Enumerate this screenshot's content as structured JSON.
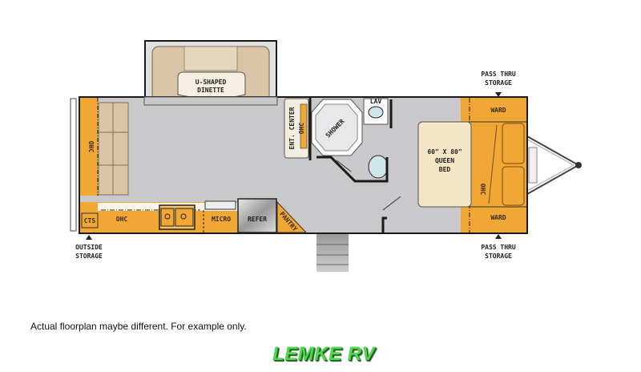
{
  "floorplan": {
    "labels": {
      "dinette": [
        "U-SHAPED",
        "DINETTE"
      ],
      "ohc_front": "OHC",
      "ohc_kitchen": "OHC",
      "cts": "CTS",
      "micro": "MICRO",
      "refer": "REFER",
      "pantry": "PANTRY",
      "ent_center": "ENT. CENTER",
      "ohc_ent": "OHC",
      "shower": "SHOWER",
      "lav": "LAV",
      "bed": [
        "60\" X 80\"",
        "QUEEN",
        "BED"
      ],
      "ohc_bed": "OHC",
      "ward_top": "WARD",
      "ward_bottom": "WARD",
      "pass_thru_top": [
        "PASS THRU",
        "STORAGE"
      ],
      "pass_thru_bottom": [
        "PASS THRU",
        "STORAGE"
      ],
      "outside_storage": [
        "OUTSIDE",
        "STORAGE"
      ]
    },
    "colors": {
      "cabinet": "#f0a733",
      "floor": "#c9c9cc",
      "bed": "#f4e5c6",
      "upholstery": "#d9c4a8",
      "wall": "#1a1a1a"
    }
  },
  "footer": {
    "disclaimer": "Actual floorplan maybe different. For example only.",
    "brand": "LEMKE RV",
    "brand_color": "#4fd84f"
  }
}
